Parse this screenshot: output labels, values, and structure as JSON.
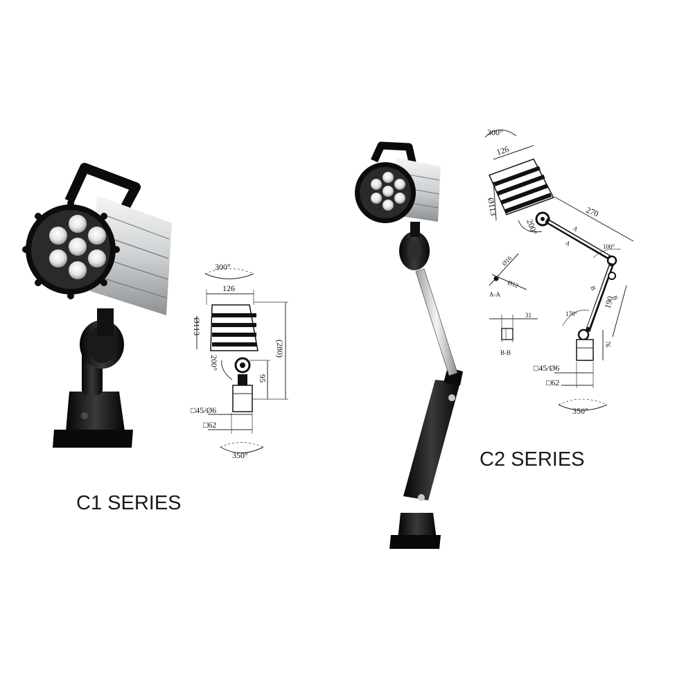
{
  "c1": {
    "series_label": "C1 SERIES",
    "drawing": {
      "rotation_top": "300°",
      "width": "126",
      "diameter": "Ø113",
      "tilt": "200°",
      "height_total": "(280)",
      "height_base": "95",
      "base_square": "□45/Ø6",
      "base_outer": "□62",
      "rotation_base": "350°"
    }
  },
  "c2": {
    "series_label": "C2 SERIES",
    "drawing": {
      "rotation_top": "300°",
      "width": "126",
      "diameter": "Ø113",
      "tilt": "200°",
      "arm_length": "270",
      "elbow_angle": "100°",
      "section_aa_outer": "Ø16",
      "section_aa_inner": "Ø12",
      "section_aa_label": "A-A",
      "section_bb_width": "31",
      "section_bb_label": "B-B",
      "lower_angle": "170°",
      "lower_arm": "190",
      "base_height": "76",
      "base_square": "□45/Ø6",
      "base_outer": "□62",
      "rotation_base": "350°",
      "marker_a": "A",
      "marker_b": "B"
    }
  },
  "colors": {
    "lamp_body": "#111111",
    "housing": "#d9dbdd",
    "led": "#f1f1f1"
  }
}
